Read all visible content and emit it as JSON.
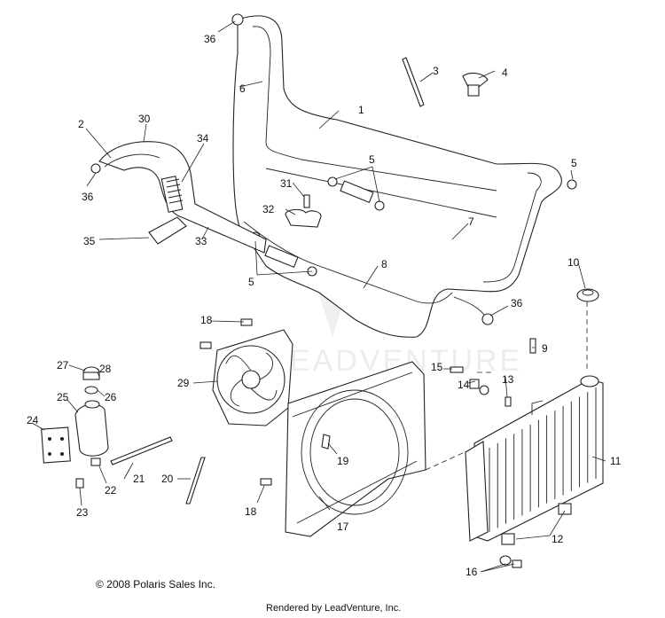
{
  "callouts": {
    "c1": "1",
    "c2": "2",
    "c3": "3",
    "c4": "4",
    "c5a": "5",
    "c5b": "5",
    "c5c": "5",
    "c6": "6",
    "c7": "7",
    "c8": "8",
    "c9": "9",
    "c10": "10",
    "c11": "11",
    "c12": "12",
    "c13": "13",
    "c14": "14",
    "c15": "15",
    "c16": "16",
    "c17": "17",
    "c18a": "18",
    "c18b": "18",
    "c19": "19",
    "c20": "20",
    "c21": "21",
    "c22": "22",
    "c23": "23",
    "c24": "24",
    "c25": "25",
    "c26": "26",
    "c27": "27",
    "c28": "28",
    "c29": "29",
    "c30": "30",
    "c31": "31",
    "c32": "32",
    "c33": "33",
    "c34": "34",
    "c35": "35",
    "c36a": "36",
    "c36b": "36",
    "c36c": "36"
  },
  "copyright": "© 2008 Polaris Sales Inc.",
  "rendered_by": "Rendered by LeadVenture, Inc.",
  "watermark": "LEADVENTURE"
}
